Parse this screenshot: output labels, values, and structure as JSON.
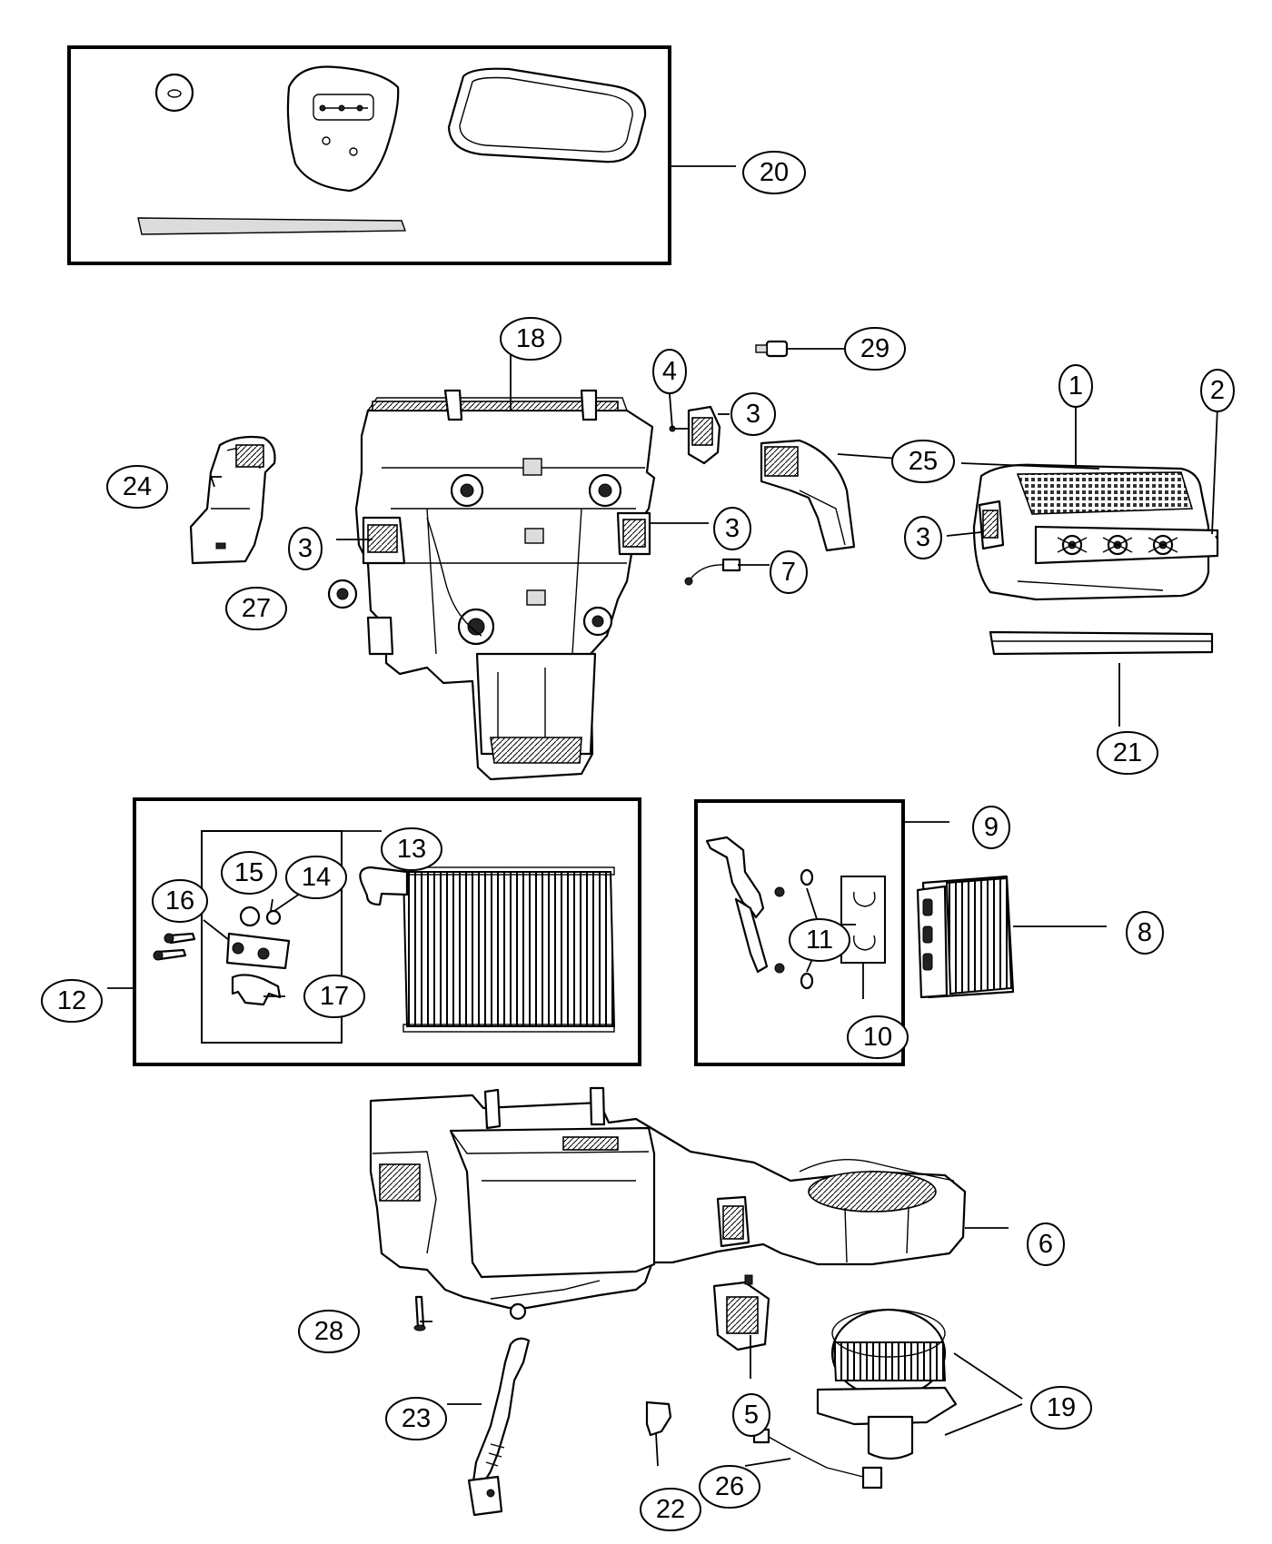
{
  "diagram": {
    "callouts": {
      "c1": "1",
      "c2": "2",
      "c3a": "3",
      "c3b": "3",
      "c3c": "3",
      "c3d": "3",
      "c4": "4",
      "c5": "5",
      "c6": "6",
      "c7": "7",
      "c8": "8",
      "c9": "9",
      "c10": "10",
      "c11": "11",
      "c12": "12",
      "c13": "13",
      "c14": "14",
      "c15": "15",
      "c16": "16",
      "c17": "17",
      "c18": "18",
      "c19": "19",
      "c20": "20",
      "c21": "21",
      "c22": "22",
      "c23": "23",
      "c24": "24",
      "c25": "25",
      "c26": "26",
      "c27": "27",
      "c28": "28",
      "c29": "29"
    }
  }
}
